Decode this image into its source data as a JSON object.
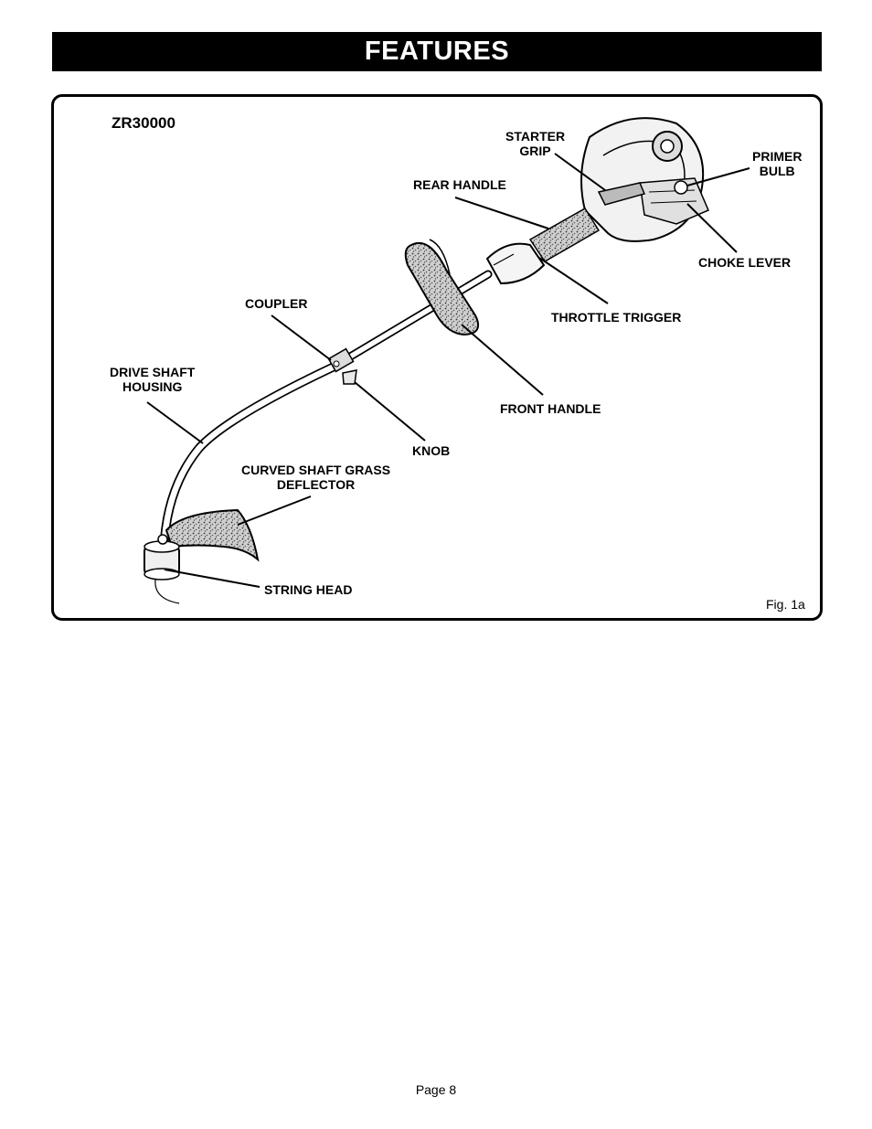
{
  "header": {
    "title": "FEATURES"
  },
  "figure": {
    "model": "ZR30000",
    "caption": "Fig. 1a",
    "labels": {
      "starter_grip_1": "STARTER",
      "starter_grip_2": "GRIP",
      "primer_bulb_1": "PRIMER",
      "primer_bulb_2": "BULB",
      "rear_handle": "REAR HANDLE",
      "choke_lever": "CHOKE LEVER",
      "coupler": "COUPLER",
      "throttle_trigger": "THROTTLE TRIGGER",
      "drive_shaft_housing_1": "DRIVE SHAFT",
      "drive_shaft_housing_2": "HOUSING",
      "front_handle": "FRONT HANDLE",
      "knob": "KNOB",
      "curved_shaft_grass_deflector_1": "CURVED SHAFT GRASS",
      "curved_shaft_grass_deflector_2": "DEFLECTOR",
      "string_head": "STRING HEAD"
    }
  },
  "footer": {
    "page": "Page 8"
  }
}
